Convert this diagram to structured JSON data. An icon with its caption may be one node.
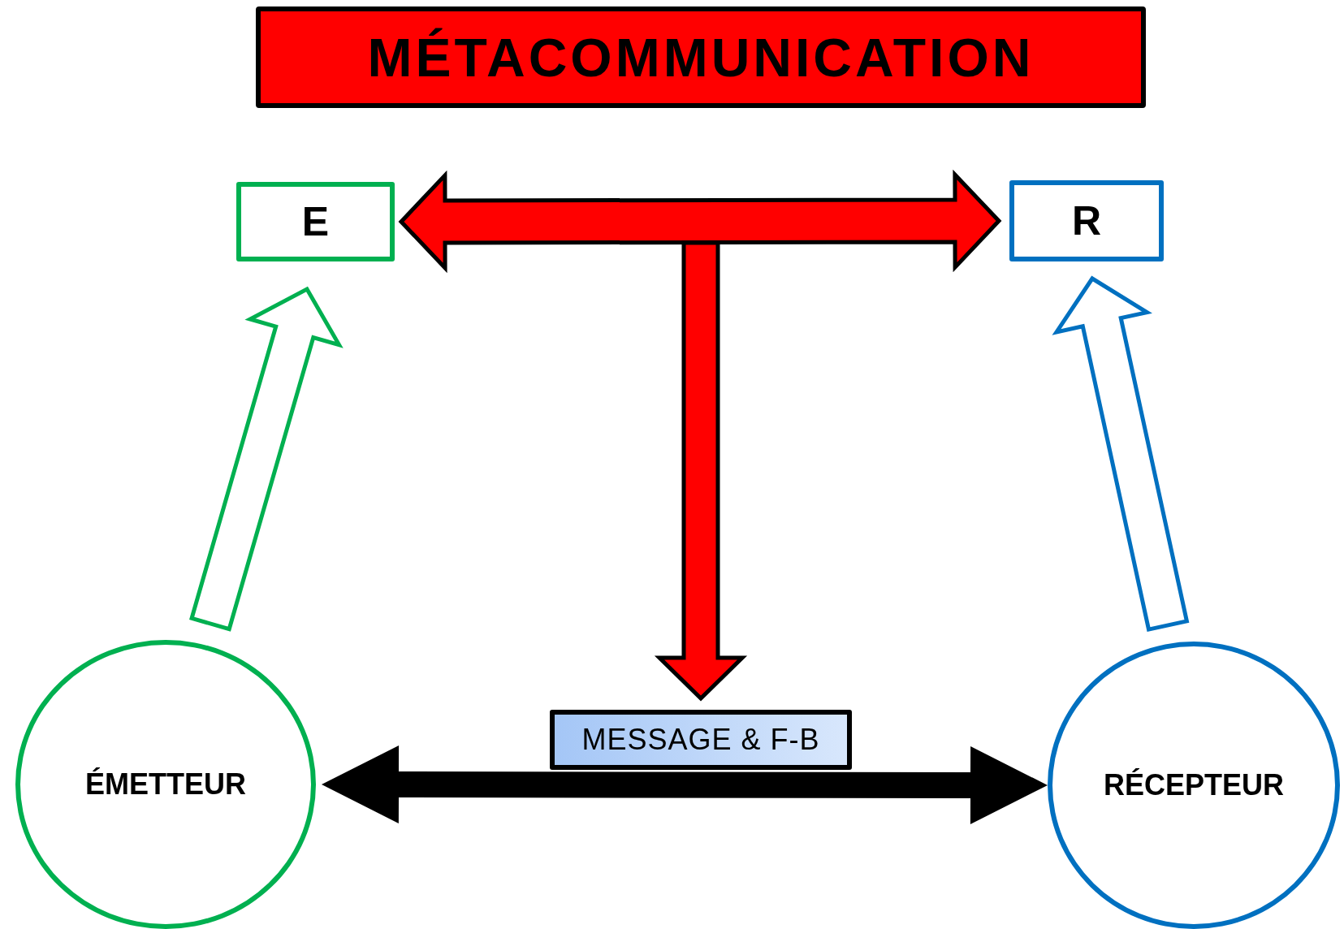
{
  "diagram": {
    "title": "MÉTACOMMUNICATION",
    "nodes": [
      {
        "text": [
          "E"
        ]
      },
      {
        "text": [
          "R"
        ]
      },
      {
        "text": [
          "MESSAGE & F-B"
        ]
      },
      {
        "text": [
          "ÉMETTEUR"
        ]
      },
      {
        "text": [
          "RÉCEPTEUR"
        ]
      }
    ],
    "edges": [
      {
        "from": 0,
        "to": 1,
        "arrow": "both",
        "style": "thick",
        "color": "#ff0000"
      },
      {
        "from": null,
        "to": 2,
        "arrow": "to",
        "style": "thick",
        "color": "#ff0000"
      },
      {
        "from": 3,
        "to": 0,
        "arrow": "to",
        "style": "thick",
        "color": "#00b050"
      },
      {
        "from": 4,
        "to": 1,
        "arrow": "to",
        "style": "thick",
        "color": "#0070c0"
      },
      {
        "from": 3,
        "to": 4,
        "arrow": "both",
        "style": "thick"
      }
    ]
  }
}
